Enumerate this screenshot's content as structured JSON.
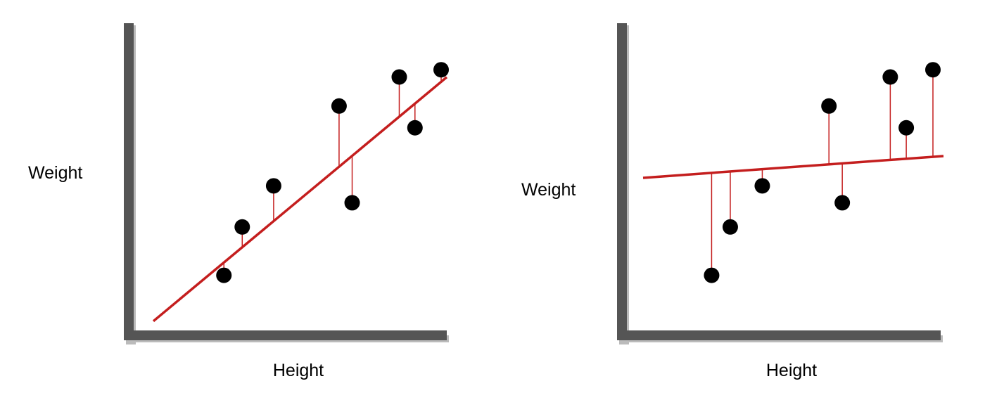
{
  "chart_data": [
    {
      "type": "scatter",
      "xlabel": "Height",
      "ylabel": "Weight",
      "grid": false,
      "legend": "none",
      "xlim": [
        0,
        10
      ],
      "ylim": [
        0,
        10
      ],
      "points": [
        {
          "x": 1.7,
          "y": 1.0
        },
        {
          "x": 2.4,
          "y": 3.0
        },
        {
          "x": 3.6,
          "y": 4.7
        },
        {
          "x": 6.1,
          "y": 8.0
        },
        {
          "x": 6.6,
          "y": 4.0
        },
        {
          "x": 8.4,
          "y": 9.2
        },
        {
          "x": 9.0,
          "y": 7.1
        },
        {
          "x": 10.0,
          "y": 9.5
        }
      ],
      "fit_line": {
        "slope": 0.9,
        "intercept": 0.0
      },
      "residuals": true,
      "colors": {
        "axis": "#555555",
        "line": "#c41e1e",
        "points": "#000000"
      }
    },
    {
      "type": "scatter",
      "xlabel": "Height",
      "ylabel": "Weight",
      "grid": false,
      "legend": "none",
      "xlim": [
        0,
        10
      ],
      "ylim": [
        0,
        10
      ],
      "points": [
        {
          "x": 1.7,
          "y": 1.0
        },
        {
          "x": 2.4,
          "y": 3.0
        },
        {
          "x": 3.6,
          "y": 4.7
        },
        {
          "x": 6.1,
          "y": 8.0
        },
        {
          "x": 6.6,
          "y": 4.0
        },
        {
          "x": 8.4,
          "y": 9.2
        },
        {
          "x": 9.0,
          "y": 7.1
        },
        {
          "x": 10.0,
          "y": 9.5
        }
      ],
      "fit_line": {
        "slope": 0.08,
        "intercept": 5.1
      },
      "residuals": true,
      "colors": {
        "axis": "#555555",
        "line": "#c41e1e",
        "points": "#000000"
      }
    }
  ]
}
